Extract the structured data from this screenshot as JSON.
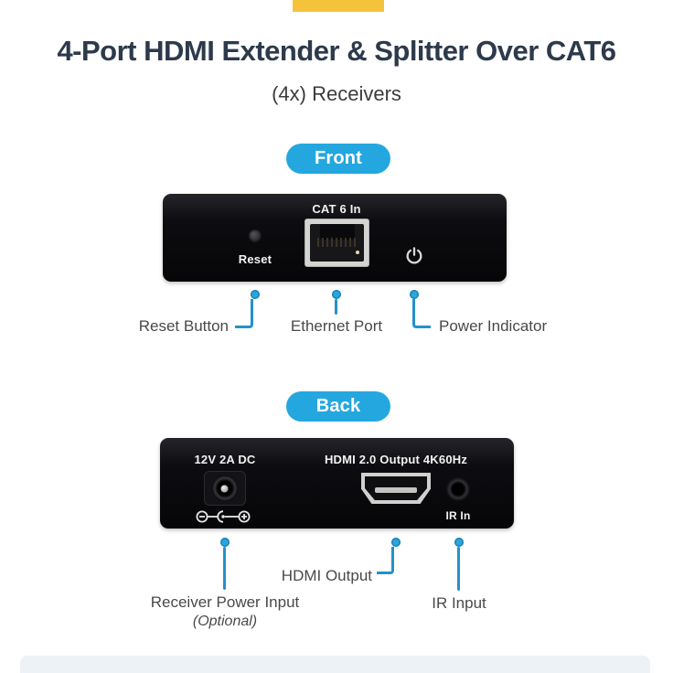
{
  "header": {
    "title": "4-Port HDMI Extender & Splitter Over CAT6",
    "subtitle": "(4x) Receivers"
  },
  "front": {
    "badge": "Front",
    "device": {
      "cat6_label": "CAT 6 In",
      "reset_label": "Reset",
      "power_icon": "power-standby-icon"
    },
    "callouts": {
      "reset": "Reset Button",
      "ethernet": "Ethernet Port",
      "power": "Power Indicator"
    }
  },
  "back": {
    "badge": "Back",
    "device": {
      "dc_label": "12V 2A DC",
      "hdmi_label": "HDMI 2.0 Output 4K60Hz",
      "ir_label": "IR In",
      "polarity_icon": "dc-center-positive-polarity-icon"
    },
    "callouts": {
      "power": "Receiver Power Input",
      "power_note": "(Optional)",
      "hdmi": "HDMI Output",
      "ir": "IR Input"
    }
  },
  "colors": {
    "accent_yellow": "#F5C33B",
    "accent_blue": "#24A7DF",
    "callout_line": "#2491CB",
    "title_text": "#2D3A4B",
    "label_text": "#49494B",
    "footer_band": "#EDF2F7"
  }
}
